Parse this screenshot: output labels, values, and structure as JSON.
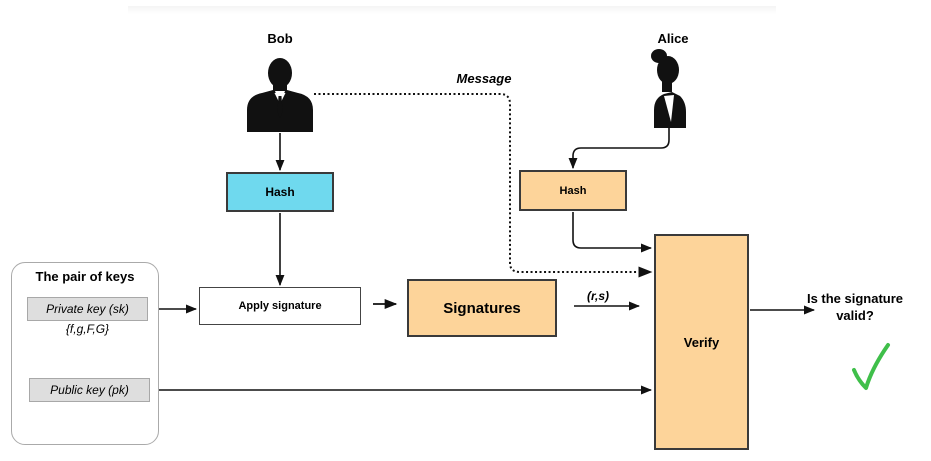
{
  "actors": {
    "bob": {
      "label": "Bob",
      "icon": "businessman-silhouette-icon"
    },
    "alice": {
      "label": "Alice",
      "icon": "woman-silhouette-icon"
    }
  },
  "nodes": {
    "hash_bob": "Hash",
    "hash_alice": "Hash",
    "apply_signature": "Apply signature",
    "signatures": "Signatures",
    "verify": "Verify"
  },
  "keys": {
    "title": "The pair of keys",
    "private_key": "Private key (sk)",
    "private_params": "{f,g,F,G}",
    "public_key": "Public key (pk)"
  },
  "edges": {
    "message_label": "Message",
    "signature_pair_label": "(r,s)"
  },
  "result": {
    "question": "Is the signature valid?",
    "check_icon": "green-checkmark-icon"
  },
  "colors": {
    "hash_bob_fill": "#6fd9ee",
    "orange_fill": "#fdd49a",
    "check_green": "#3fbf4a",
    "key_fill": "#dedede"
  }
}
